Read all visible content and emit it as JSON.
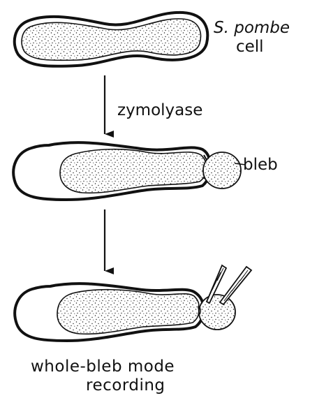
{
  "labels": {
    "species_name": "S. pombe",
    "species_word": "cell",
    "treatment": "zymolyase",
    "bleb": "bleb",
    "caption_line1": "whole-bleb mode",
    "caption_line2": "recording"
  },
  "colors": {
    "ink": "#111111",
    "cytoplasm_fill": "#ffffff",
    "stipple": "#222222",
    "background": "#ffffff"
  },
  "icons": {
    "arrow": "down-arrow-icon",
    "electrode": "patch-pipette-icon"
  }
}
